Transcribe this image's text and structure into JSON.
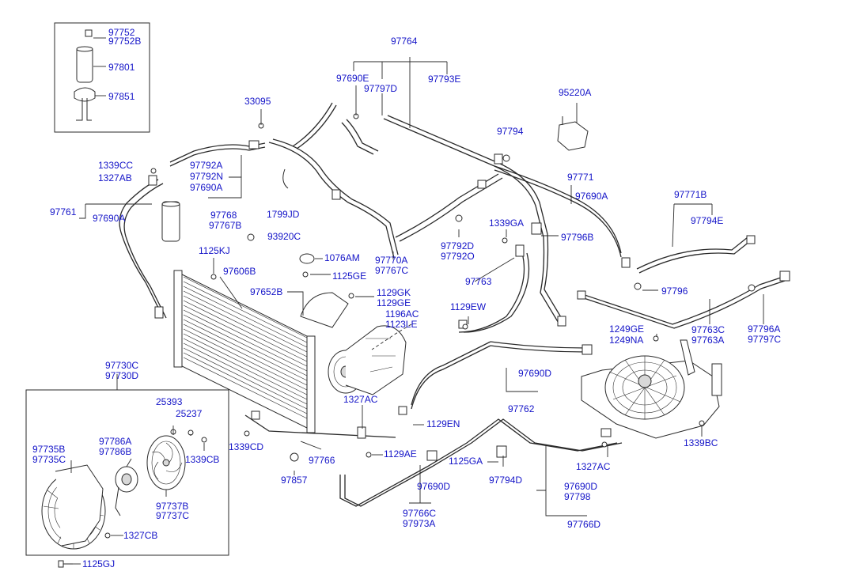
{
  "labels": {
    "p97752": "97752",
    "p97752B": "97752B",
    "p97801": "97801",
    "p97851": "97851",
    "p97764": "97764",
    "p97690E": "97690E",
    "p97797D": "97797D",
    "p97793E": "97793E",
    "p33095": "33095",
    "p95220A": "95220A",
    "p97794": "97794",
    "p1339CC": "1339CC",
    "p1327AB": "1327AB",
    "p97792A": "97792A",
    "p97792N": "97792N",
    "p97690A_a": "97690A",
    "p97761": "97761",
    "p97690A_b": "97690A",
    "p97768": "97768",
    "p97767B": "97767B",
    "p1799JD": "1799JD",
    "p97771": "97771",
    "p97690A_c": "97690A",
    "p97771B": "97771B",
    "p97794E": "97794E",
    "p1339GA": "1339GA",
    "p93920C": "93920C",
    "p97796B": "97796B",
    "p97792D": "97792D",
    "p97792O": "97792O",
    "p1125KJ": "1125KJ",
    "p1076AM": "1076AM",
    "p97770A": "97770A",
    "p97767C": "97767C",
    "p97606B": "97606B",
    "p1125GE": "1125GE",
    "p97763": "97763",
    "p97796": "97796",
    "p97652B": "97652B",
    "p1129GK": "1129GK",
    "p1129GE": "1129GE",
    "p1129EW": "1129EW",
    "p1196AC": "1196AC",
    "p1123LE": "1123LE",
    "p97763C": "97763C",
    "p97763A": "97763A",
    "p97796A": "97796A",
    "p97797C": "97797C",
    "p1249GE": "1249GE",
    "p1249NA": "1249NA",
    "p97730C": "97730C",
    "p97730D": "97730D",
    "p97690D_a": "97690D",
    "p1327AC_a": "1327AC",
    "p97762": "97762",
    "p25393": "25393",
    "p25237": "25237",
    "p1129EN": "1129EN",
    "p1339BC": "1339BC",
    "p97735B": "97735B",
    "p97735C": "97735C",
    "p97786A": "97786A",
    "p97786B": "97786B",
    "p1339CB": "1339CB",
    "p1339CD": "1339CD",
    "p97766": "97766",
    "p1129AE": "1129AE",
    "p1125GA": "1125GA",
    "p1327AC_b": "1327AC",
    "p97857": "97857",
    "p97794D": "97794D",
    "p97737B": "97737B",
    "p97737C": "97737C",
    "p97690D_b": "97690D",
    "p97690D_c": "97690D",
    "p97798": "97798",
    "p1327CB": "1327CB",
    "p97766C": "97766C",
    "p97973A": "97973A",
    "p97766D": "97766D",
    "p1125GJ": "1125GJ"
  },
  "colors": {
    "label": "#1414c8",
    "line": "#2a2a2a",
    "background": "#ffffff"
  }
}
